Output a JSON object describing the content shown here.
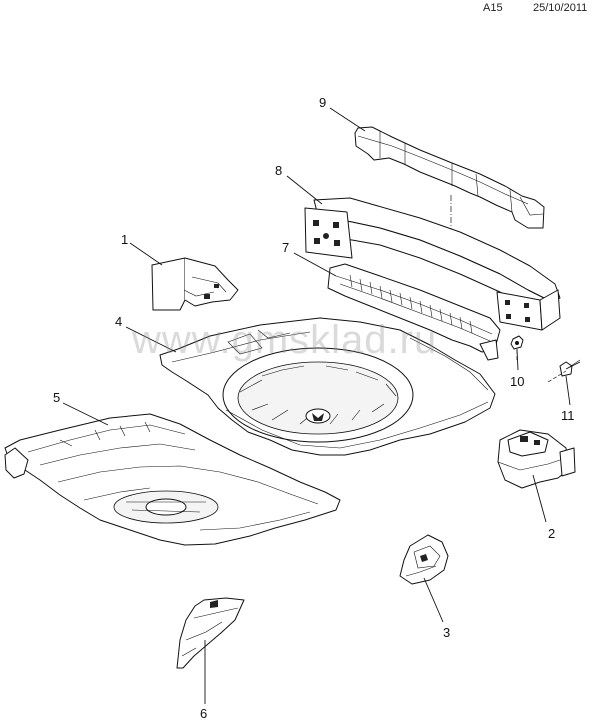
{
  "header": {
    "page_code": "A15",
    "date": "25/10/2011"
  },
  "watermark": "www.gmsklad.ru",
  "callouts": [
    "1",
    "2",
    "3",
    "4",
    "5",
    "6",
    "7",
    "8",
    "9",
    "10",
    "11"
  ],
  "colors": {
    "line": "#111111",
    "background": "#ffffff",
    "watermark": "#8c8c8c"
  }
}
